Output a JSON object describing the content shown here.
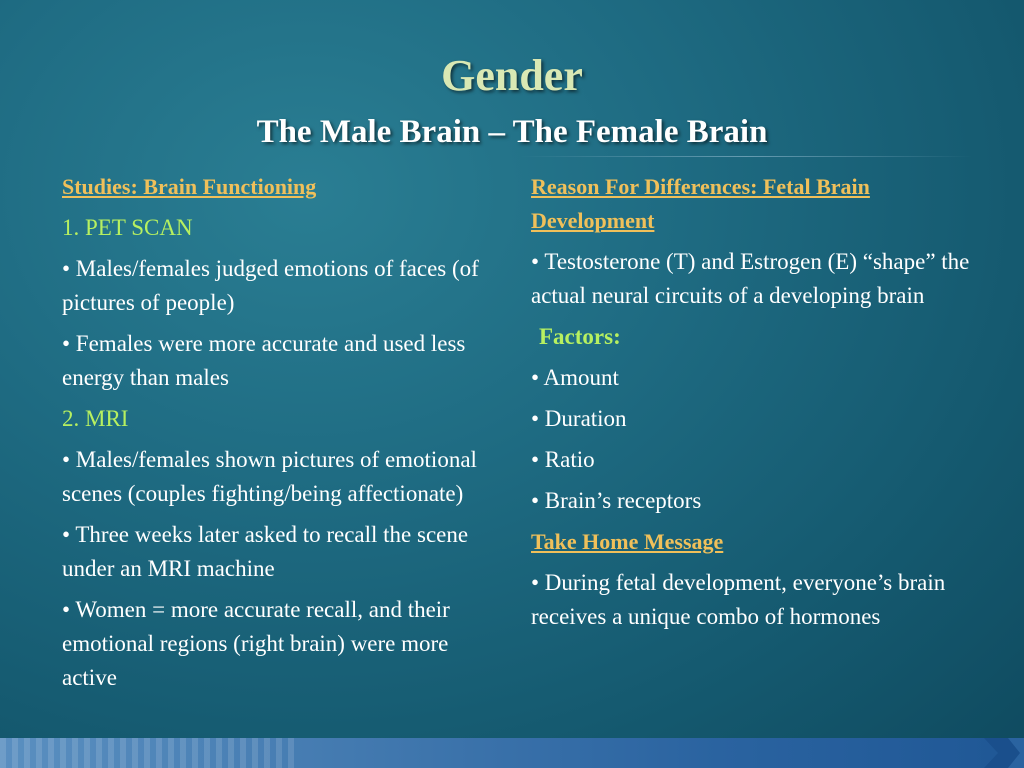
{
  "slide": {
    "title": "Gender",
    "subtitle": "The Male Brain – The Female Brain"
  },
  "left": {
    "heading": "Studies: Brain Functioning",
    "item1": "1. PET SCAN",
    "p1": "• Males/females judged emotions of faces (of  pictures of  people)",
    "p2": "• Females were more accurate and used less energy than males",
    "item2": "2. MRI",
    "p3": "• Males/females shown pictures of emotional scenes (couples fighting/being affectionate)",
    "p4": "• Three weeks later asked to recall the scene under an MRI machine",
    "p5": "• Women = more accurate recall, and their emotional regions (right brain) were more active"
  },
  "right": {
    "heading": "Reason For Differences: Fetal Brain Development",
    "p1": "• Testosterone (T) and Estrogen (E) “shape” the actual neural circuits of a developing brain",
    "factors_label": "Factors:",
    "b1": "• Amount",
    "b2": "• Duration",
    "b3": "• Ratio",
    "b4": "• Brain’s receptors",
    "take_home": "Take Home Message",
    "p2": "• During fetal development, everyone’s brain receives a unique combo of  hormones"
  },
  "colors": {
    "title": "#d9e8b4",
    "heading": "#f0c05a",
    "accent_green": "#b7f060",
    "background": "#1f6c83"
  }
}
